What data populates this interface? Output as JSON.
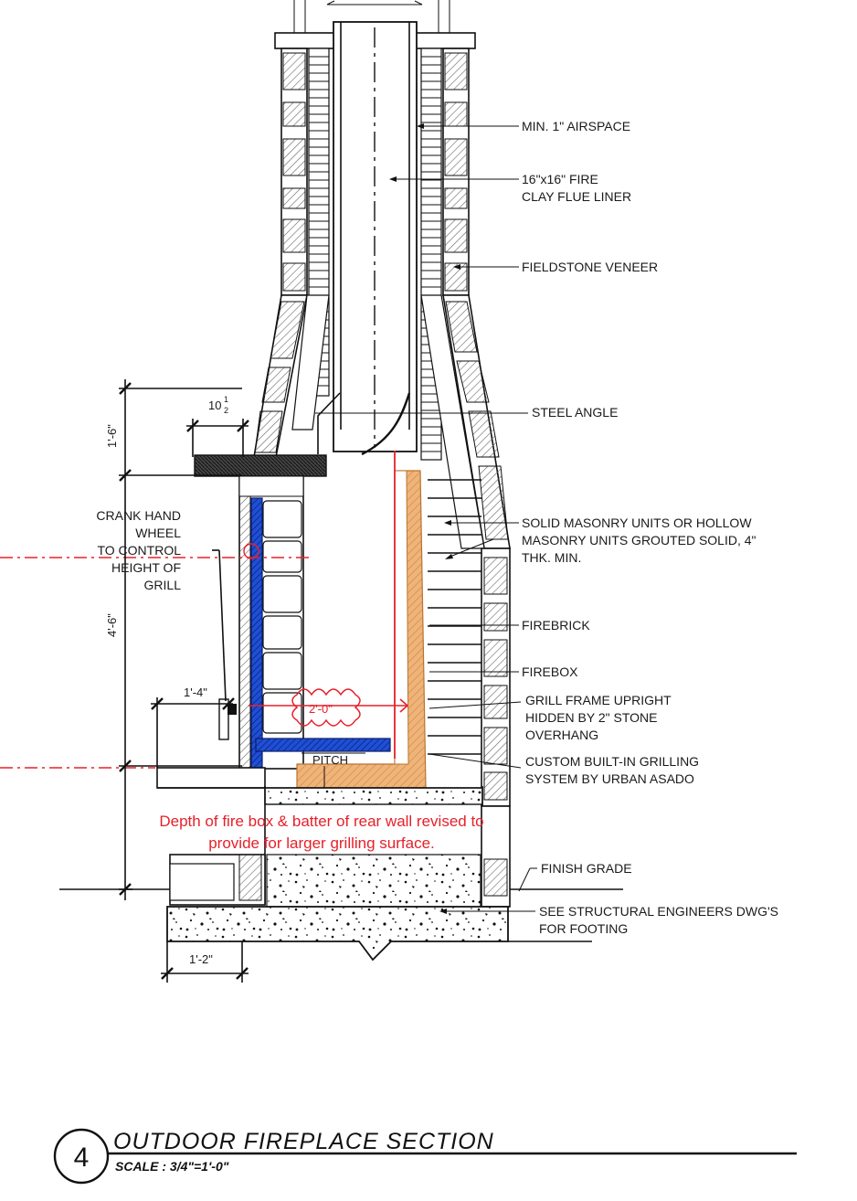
{
  "notes": {
    "airspace": "MIN. 1\" AIRSPACE",
    "flue_line1": "16\"x16\" FIRE",
    "flue_line2": "CLAY FLUE LINER",
    "veneer": "FIELDSTONE VENEER",
    "steel_angle": "STEEL ANGLE",
    "masonry_line1": "SOLID MASONRY UNITS OR HOLLOW",
    "masonry_line2": "MASONRY UNITS GROUTED SOLID,  4\"",
    "masonry_line3": "THK. MIN.",
    "firebrick": "FIREBRICK",
    "firebox": "FIREBOX",
    "grill_line1": "GRILL FRAME UPRIGHT",
    "grill_line2": "HIDDEN BY 2\" STONE",
    "grill_line3": "OVERHANG",
    "custom_line1": "CUSTOM BUILT-IN GRILLING",
    "custom_line2": "SYSTEM BY URBAN ASADO",
    "finish_grade": "FINISH GRADE",
    "footing_line1": "SEE STRUCTURAL ENGINEERS DWG'S",
    "footing_line2": "FOR FOOTING",
    "crank_line1": "CRANK HAND",
    "crank_line2": "WHEEL",
    "crank_line3": "TO CONTROL",
    "crank_line4": "HEIGHT OF",
    "crank_line5": "GRILL",
    "pitch": "PITCH"
  },
  "dimensions": {
    "d_1_6": "1'-6\"",
    "d_10_half": "10",
    "d_10_half_num": "1",
    "d_10_half_den": "2",
    "d_4_6": "4'-6\"",
    "d_1_4": "1'-4\"",
    "d_2_0": "2'-0\"",
    "d_1_2": "1'-2\""
  },
  "revision": {
    "line1": "Depth of fire box & batter of rear wall revised to",
    "line2": "provide for larger grilling surface."
  },
  "title_block": {
    "number": "4",
    "title": "OUTDOOR FIREPLACE SECTION",
    "scale": "SCALE :  3/4\"=1'-0\""
  },
  "colors": {
    "revision": "#e8202a",
    "grill_frame": "#1f4fd8",
    "firebox_liner": "#e9a86a",
    "line": "#111111"
  }
}
